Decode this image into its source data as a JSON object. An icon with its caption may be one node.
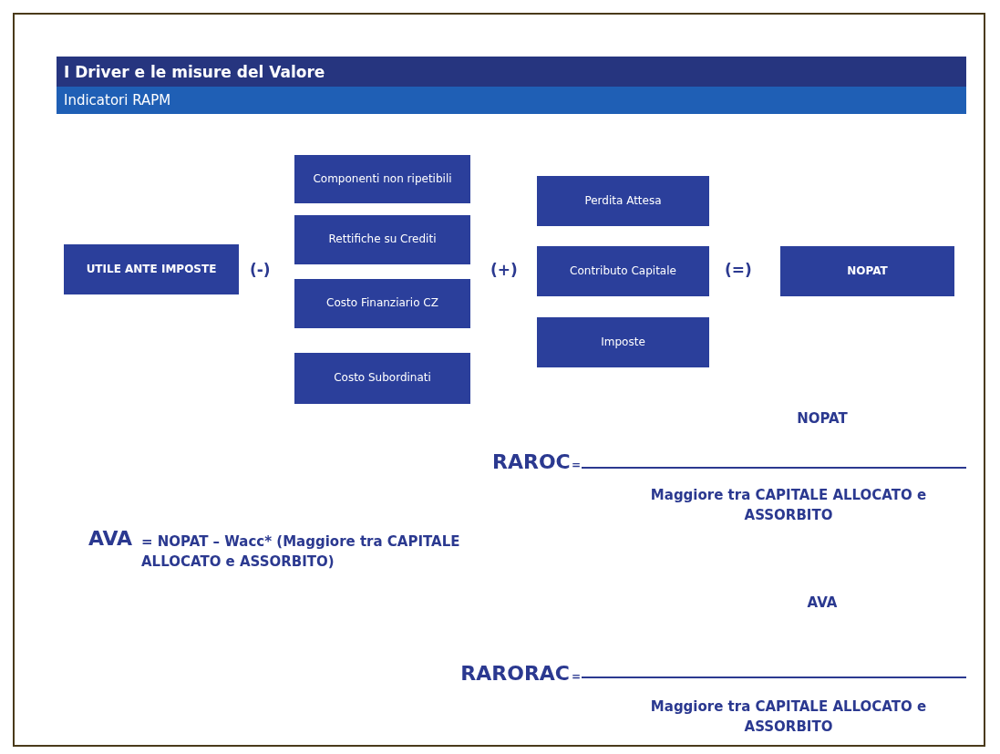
{
  "diagram": {
    "title": "I Driver e le misure del Valore",
    "nodes": [
      {
        "text": [
          "UTILE ANTE IMPOSTE"
        ]
      },
      {
        "text": [
          "Componenti non ripetibili"
        ]
      },
      {
        "text": [
          "Rettifiche su Crediti"
        ]
      },
      {
        "text": [
          "Costo Finanziario CZ"
        ]
      },
      {
        "text": [
          "Costo Subordinati"
        ]
      },
      {
        "text": [
          "Perdita Attesa"
        ]
      },
      {
        "text": [
          "Contributo Capitale"
        ]
      },
      {
        "text": [
          "Imposte"
        ]
      },
      {
        "text": [
          "NOPAT"
        ]
      }
    ],
    "edges": [],
    "labels": [
      "Indicatori RAPM",
      "(-)",
      "(+)",
      "(=)",
      "NOPAT",
      "RAROC",
      "=",
      "Maggiore tra CAPITALE ALLOCATO e ASSORBITO",
      "AVA",
      "= NOPAT – Wacc* (Maggiore tra CAPITALE ALLOCATO e ASSORBITO)",
      "AVA",
      "RARORAC",
      "=",
      "Maggiore tra CAPITALE ALLOCATO e ASSORBITO"
    ]
  }
}
